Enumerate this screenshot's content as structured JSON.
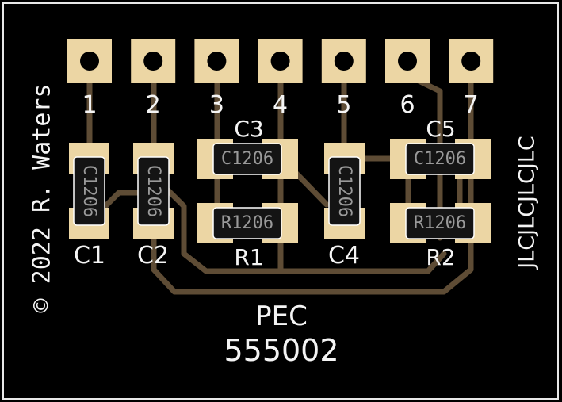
{
  "pins": [
    {
      "label": "1"
    },
    {
      "label": "2"
    },
    {
      "label": "3"
    },
    {
      "label": "4"
    },
    {
      "label": "5"
    },
    {
      "label": "6"
    },
    {
      "label": "7"
    }
  ],
  "components": {
    "c1": {
      "ref": "C1",
      "package": "C1206"
    },
    "c2": {
      "ref": "C2",
      "package": "C1206"
    },
    "c3": {
      "ref": "C3",
      "package": "C1206"
    },
    "r1": {
      "ref": "R1",
      "package": "R1206"
    },
    "c4": {
      "ref": "C4",
      "package": "C1206"
    },
    "c5": {
      "ref": "C5",
      "package": "C1206"
    },
    "r2": {
      "ref": "R2",
      "package": "R1206"
    }
  },
  "silkscreen": {
    "copyright": "© 2022 R. Waters",
    "vendor_mark": "JLCJLCJLCJLC",
    "title": "PEC",
    "part_number": "555002"
  },
  "colors": {
    "board": "#000000",
    "pad": "#ecd6a4",
    "trace": "#5e4c35",
    "silk": "#f4f4f4",
    "body": "#141414",
    "edge": "#ffffff"
  }
}
